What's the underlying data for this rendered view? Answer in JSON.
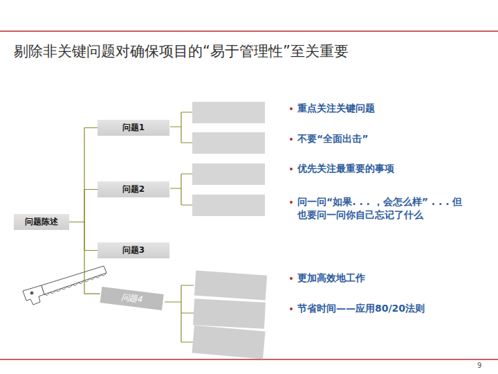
{
  "diagram": {
    "title": "剔除非关键问题对确保项目的“易于管理性”至关重要",
    "nodes": [
      {
        "text": [
          "问题陈述"
        ]
      },
      {
        "text": [
          "问题1"
        ]
      },
      {
        "text": [
          "问题2"
        ]
      },
      {
        "text": [
          "问题3"
        ]
      },
      {
        "text": [
          "问题4"
        ]
      }
    ],
    "edges": [
      {
        "from": 0,
        "to": 1,
        "arrow": "none"
      },
      {
        "from": 0,
        "to": 2,
        "arrow": "none"
      },
      {
        "from": 0,
        "to": 3,
        "arrow": "none"
      },
      {
        "from": 0,
        "to": 4,
        "arrow": "none"
      }
    ],
    "labels": [
      "重点关注关键问题",
      "不要“全面出击”",
      "优先关注最重要的事项",
      "问一问“如果. . . ，会怎么样” . . . 但也要问一问你自己忘记了什么",
      "更加高效地工作",
      "节省时间——应用80/20法则",
      "9"
    ]
  }
}
